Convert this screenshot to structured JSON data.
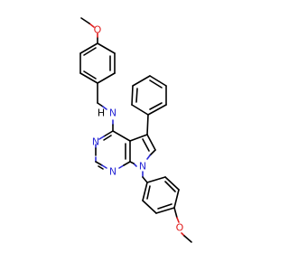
{
  "atoms": {
    "o_top": "O",
    "n_amine": "N",
    "h_amine": "H",
    "n_pyr_upper": "N",
    "n_pyr_lower": "N",
    "n_pyrrole": "N",
    "o_bottom": "O"
  },
  "colors": {
    "carbon_bond": "#000000",
    "nitrogen": "#2b2bd6",
    "oxygen": "#e01b1b"
  }
}
